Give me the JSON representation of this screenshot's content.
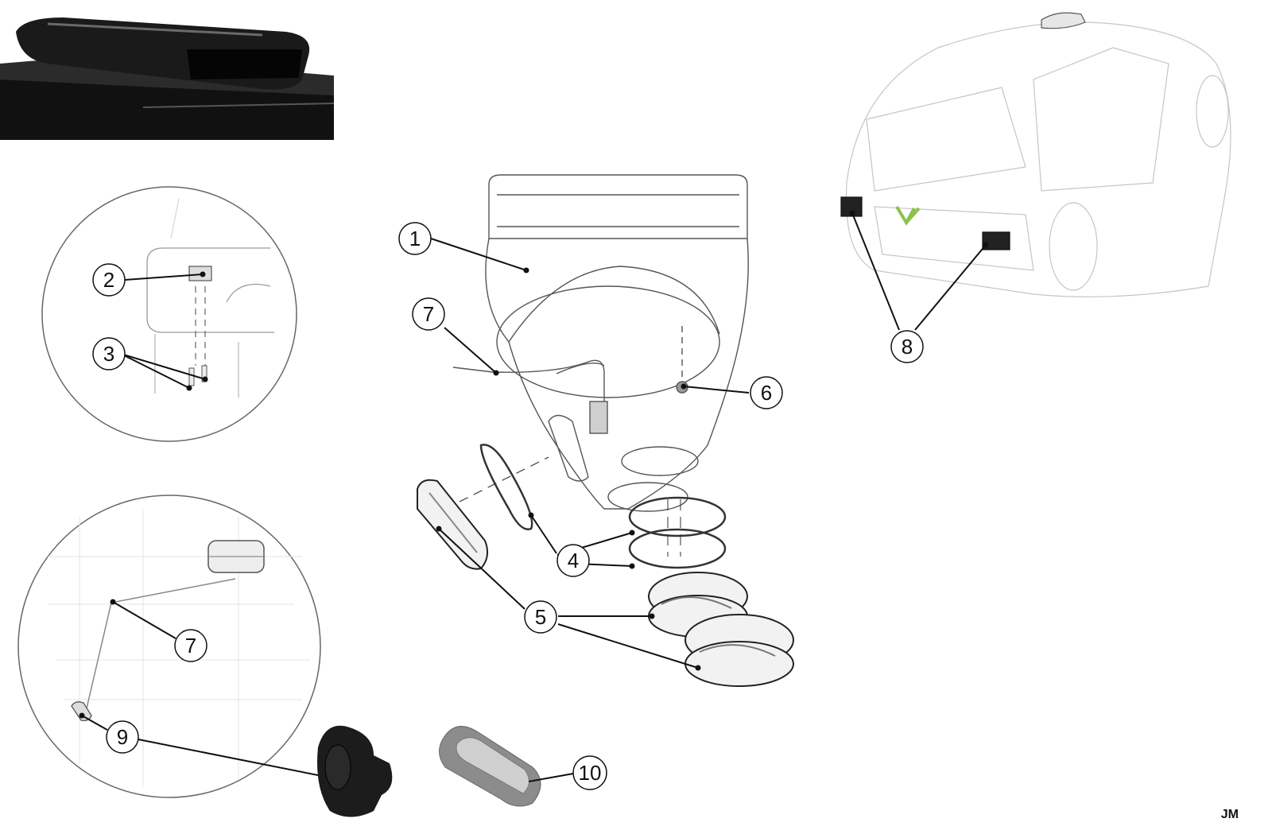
{
  "callouts": [
    {
      "id": "callout-1",
      "label": "1"
    },
    {
      "id": "callout-2",
      "label": "2"
    },
    {
      "id": "callout-3",
      "label": "3"
    },
    {
      "id": "callout-4",
      "label": "4"
    },
    {
      "id": "callout-5",
      "label": "5"
    },
    {
      "id": "callout-6",
      "label": "6"
    },
    {
      "id": "callout-7-main",
      "label": "7"
    },
    {
      "id": "callout-7-detail",
      "label": "7"
    },
    {
      "id": "callout-8",
      "label": "8"
    },
    {
      "id": "callout-9",
      "label": "9"
    },
    {
      "id": "callout-10",
      "label": "10"
    }
  ],
  "signature": "JM",
  "colors": {
    "line": "#333333",
    "sketch": "#9a9a9a",
    "light_sketch": "#cfcfcf",
    "scoop_dark": "#1a1a1a",
    "grommet": "#1c1c1c",
    "seal_grey": "#8c8c8c",
    "logo_green": "#8bc34a"
  }
}
